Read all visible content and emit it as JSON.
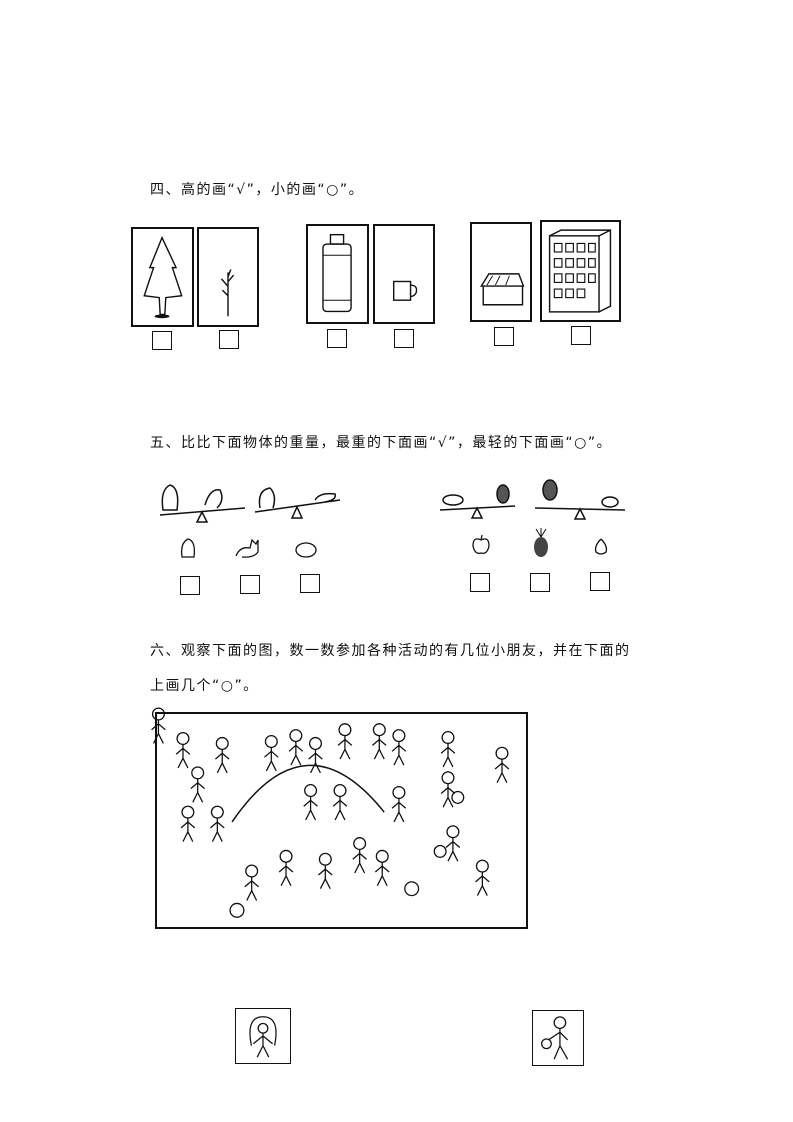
{
  "section4": {
    "title": "四、高的画“√”，小的画“○”。"
  },
  "section5": {
    "title": "五、比比下面物体的重量，最重的下面画“√”，最轻的下面画“○”。"
  },
  "section6": {
    "title_line1": "六、观察下面的图，数一数参加各种活动的有几位小朋友，并在下面的",
    "title_line2": "上画几个“○”。"
  }
}
